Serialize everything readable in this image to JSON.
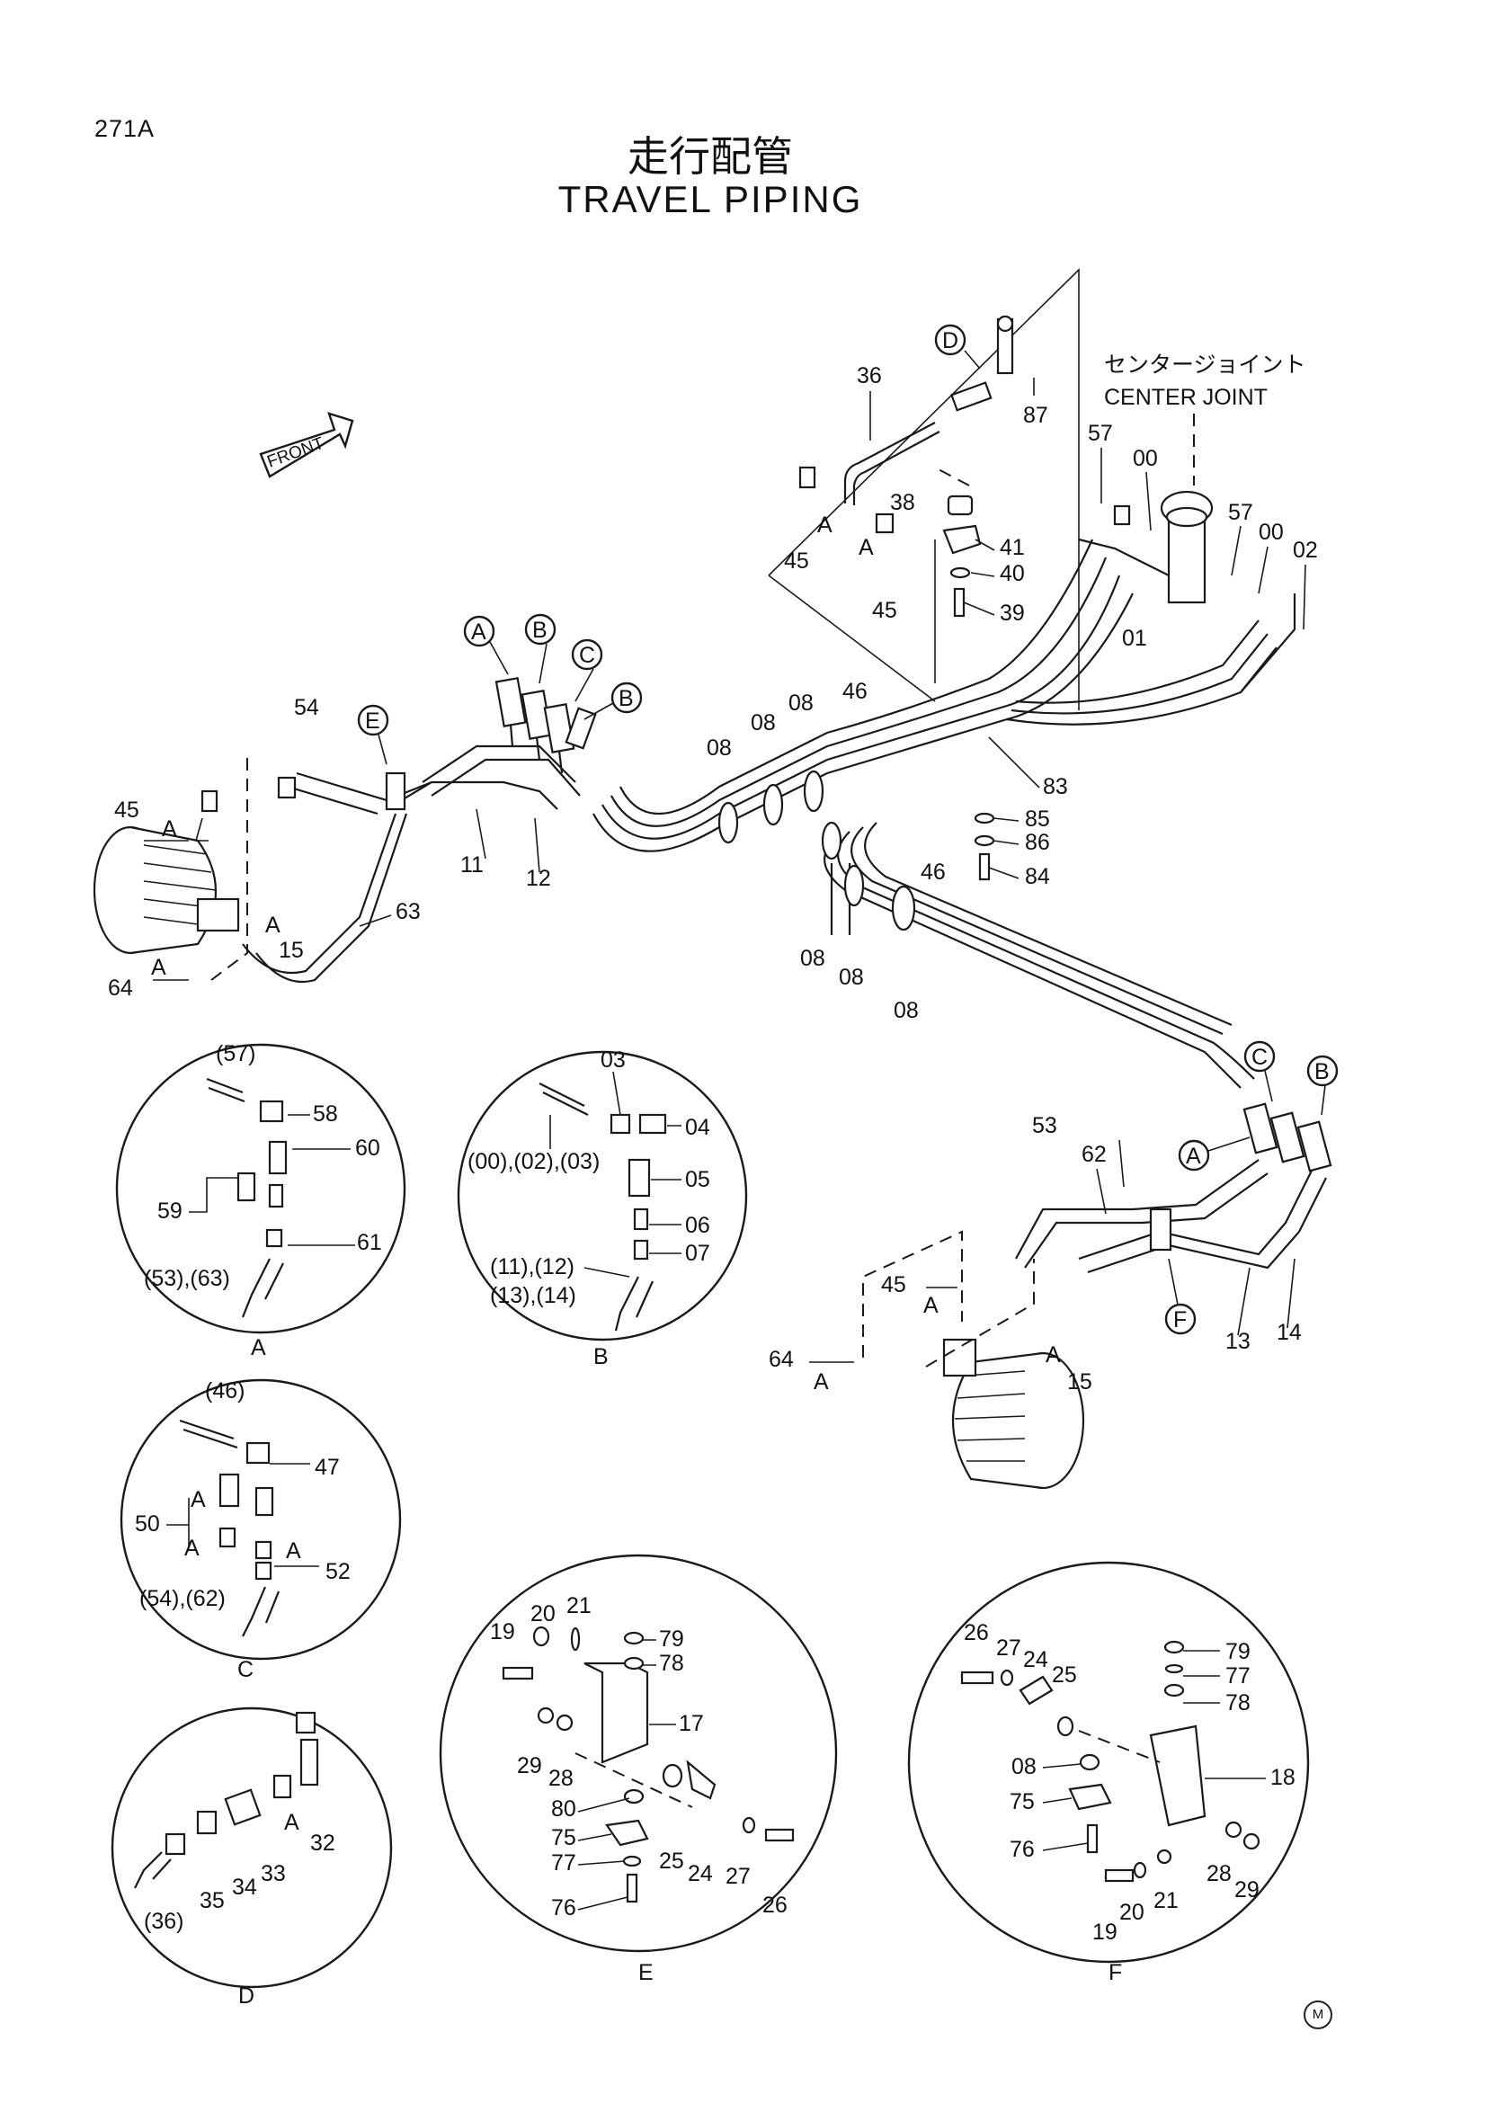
{
  "header": {
    "page_id": "271A",
    "title_ja": "走行配管",
    "title_en": "TRAVEL PIPING"
  },
  "center_joint": {
    "ja": "センタージョイント",
    "en": "CENTER JOINT"
  },
  "front_label": "FRONT",
  "callout_letters": {
    "A": "A",
    "B": "B",
    "C": "C",
    "D": "D",
    "E": "E",
    "F": "F"
  },
  "main_labels": {
    "l36": "36",
    "l87": "87",
    "l57a": "57",
    "l00a": "00",
    "l57b": "57",
    "l00b": "00",
    "l02": "02",
    "l38": "38",
    "l41": "41",
    "l40": "40",
    "l39": "39",
    "l45a": "45",
    "l45b": "45",
    "l01": "01",
    "l54": "54",
    "l46a": "46",
    "l08a": "08",
    "l08b": "08",
    "l08c": "08",
    "l83": "83",
    "l85": "85",
    "l86": "86",
    "l84": "84",
    "l46b": "46",
    "l45c": "45",
    "l11": "11",
    "l12": "12",
    "l63": "63",
    "l15a": "15",
    "l64a": "64",
    "l08d": "08",
    "l08e": "08",
    "l08f": "08",
    "l53": "53",
    "l62": "62",
    "l13": "13",
    "l14": "14",
    "l45d": "45",
    "l64b": "64",
    "l15b": "15",
    "a_small": "A"
  },
  "detail_A": {
    "letter": "A",
    "labels": [
      "(57)",
      "58",
      "60",
      "59",
      "61",
      "(53),(63)"
    ]
  },
  "detail_B": {
    "letter": "B",
    "labels": [
      "03",
      "04",
      "(00),(02),(03)",
      "05",
      "06",
      "07",
      "(11),(12)",
      "(13),(14)"
    ]
  },
  "detail_C": {
    "letter": "C",
    "labels": [
      "(46)",
      "47",
      "50",
      "52",
      "(54),(62)"
    ]
  },
  "detail_D": {
    "letter": "D",
    "labels": [
      "32",
      "33",
      "34",
      "35",
      "(36)"
    ]
  },
  "detail_E": {
    "letter": "E",
    "labels": [
      "21",
      "20",
      "19",
      "79",
      "78",
      "17",
      "29",
      "28",
      "80",
      "75",
      "77",
      "76",
      "25",
      "24",
      "27",
      "26"
    ]
  },
  "detail_F": {
    "letter": "F",
    "labels": [
      "26",
      "27",
      "24",
      "25",
      "79",
      "77",
      "78",
      "08",
      "18",
      "75",
      "76",
      "19",
      "20",
      "21",
      "28",
      "29"
    ]
  },
  "corner_mark": "M"
}
